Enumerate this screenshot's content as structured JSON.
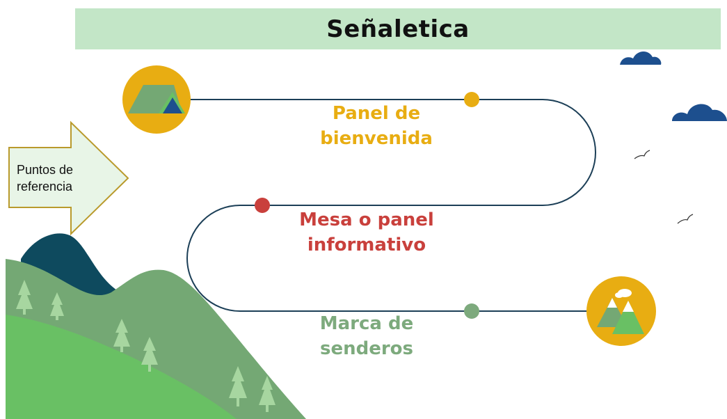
{
  "title": "Señaletica",
  "arrow": {
    "line1": "Puntos de",
    "line2": "referencia"
  },
  "stops": [
    {
      "line1": "Panel de",
      "line2": "bienvenida",
      "color": "#e8ad12"
    },
    {
      "line1": "Mesa o panel",
      "line2": "informativo",
      "color": "#c9403c"
    },
    {
      "line1": "Marca de",
      "line2": "senderos",
      "color": "#7daa7d"
    }
  ],
  "icons": {
    "start": "tent-icon",
    "end": "mountain-icon"
  },
  "colors": {
    "title_bar": "#c3e6c7",
    "path": "#1c3f57",
    "gold": "#e8ad12",
    "red": "#c9403c",
    "sage": "#7daa7d",
    "cloud": "#1d4f8e",
    "hill_dark": "#0e4a5e",
    "hill_mid": "#74a874",
    "hill_front": "#69c064",
    "arrow_fill": "#e8f5e7",
    "arrow_stroke": "#b99a2c"
  }
}
